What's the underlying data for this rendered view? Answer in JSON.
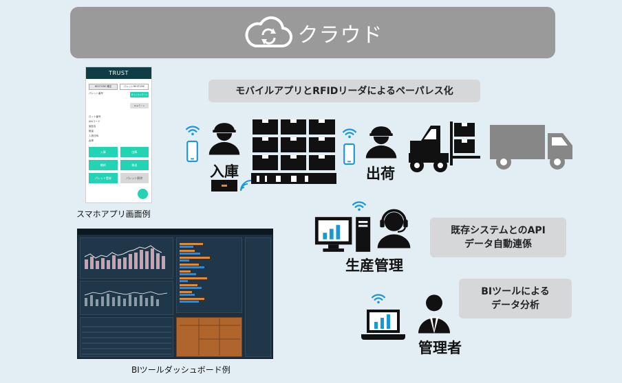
{
  "cloud": {
    "title": "クラウド",
    "icon": "cloud-sync-icon"
  },
  "headline": "モバイルアプリとRFIDリーダによるペーパレス化",
  "labels": {
    "inbound": "入庫",
    "outbound": "出荷",
    "production": "生産管理",
    "manager": "管理者"
  },
  "boxes": {
    "api_line1": "既存システムとのAPI",
    "api_line2": "データ自動連係",
    "bi_line1": "BIツールによる",
    "bi_line2": "データ分析"
  },
  "captions": {
    "phone": "スマホアプリ画面例",
    "dashboard": "BIツールダッシュボード例"
  },
  "phone_app": {
    "title": "TRUST",
    "tabs": [
      "RESTORE 確定",
      "パレットRESTORE"
    ],
    "fields": [
      "パレット番号",
      "ロット番号",
      "JANコード",
      "製品名",
      "数量",
      "入荷日時",
      "倉庫"
    ],
    "pill_blue": "ダイレクトモード",
    "pill_grey": "Newモード",
    "buttons": [
      "入庫",
      "出庫",
      "棚卸",
      "移送",
      "パレット登録",
      "パレット解除"
    ]
  },
  "colors": {
    "background": "#e3eef4",
    "banner": "#9a9a9a",
    "label_box": "#d6d7d9",
    "wifi_blue": "#1a98d5",
    "app_accent": "#22d3b4",
    "dashboard_bg": "#1c3040",
    "dashboard_highlight": "#b0652c"
  }
}
